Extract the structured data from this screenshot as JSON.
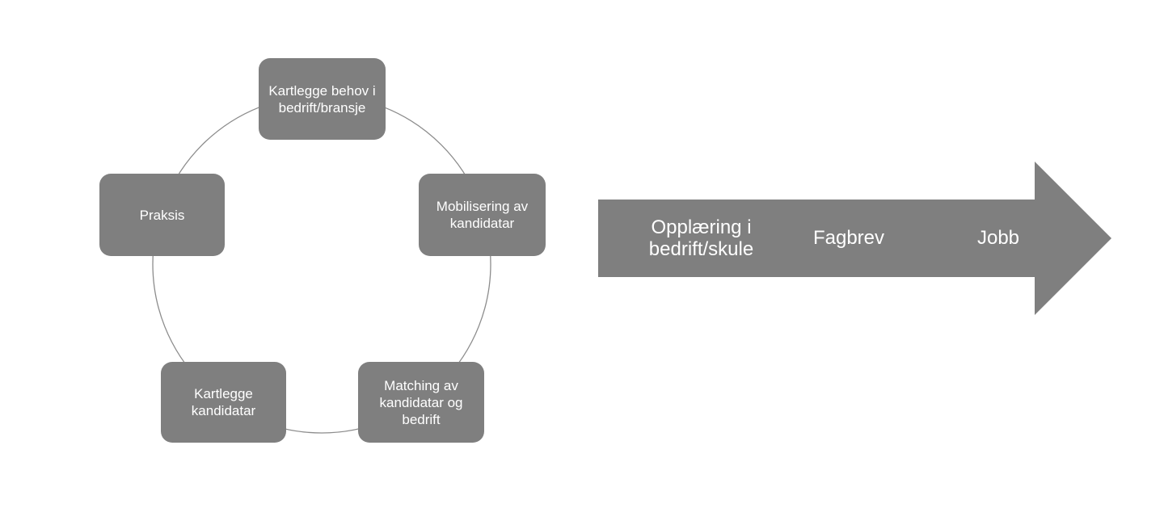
{
  "cycle": {
    "steps": [
      {
        "label": "Kartlegge behov i bedrift/bransje"
      },
      {
        "label": "Mobilisering av kandidatar"
      },
      {
        "label": "Matching av kandidatar og bedrift"
      },
      {
        "label": "Kartlegge kandidatar"
      },
      {
        "label": "Praksis"
      }
    ]
  },
  "arrow": {
    "stages": [
      "Opplæring i bedrift/skule",
      "Fagbrev",
      "Jobb"
    ]
  },
  "colors": {
    "shape": "#7f7f7f",
    "line": "#8c8c8c",
    "text": "#ffffff"
  }
}
